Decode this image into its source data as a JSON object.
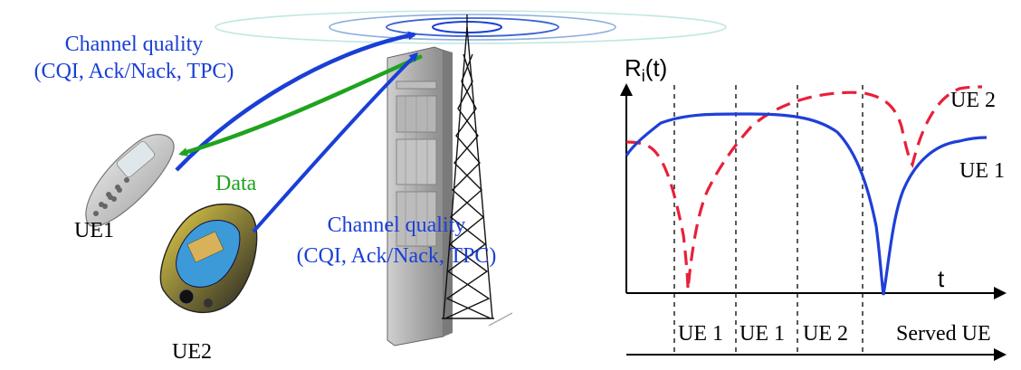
{
  "labels": {
    "channel_quality_top_line1": "Channel quality",
    "channel_quality_top_line2": "(CQI, Ack/Nack, TPC)",
    "data": "Data",
    "ue1": "UE1",
    "ue2": "UE2",
    "channel_quality_bottom_line1": "Channel quality",
    "channel_quality_bottom_line2": "(CQI, Ack/Nack, TPC)"
  },
  "graph": {
    "y_label_main": "R",
    "y_label_sub": "i",
    "y_label_tail": "(t)",
    "x_label": "t",
    "served_label": "Served UE",
    "series_ue2": "UE 2",
    "series_ue1": "UE 1",
    "slots": [
      "UE 1",
      "UE 1",
      "UE 2"
    ]
  },
  "colors": {
    "blue": "#1a3fd6",
    "green": "#1fa31f",
    "red": "#e8203a",
    "curve_blue": "#1f3fd8",
    "black": "#000000"
  }
}
